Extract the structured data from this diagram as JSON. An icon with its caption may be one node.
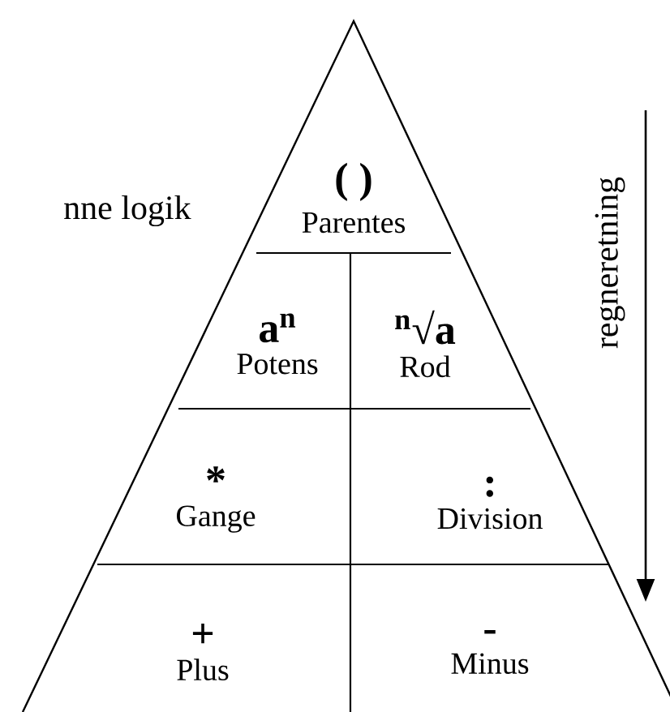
{
  "diagram": {
    "nodes": [
      {
        "text": [
          "( )",
          "Parentes"
        ]
      },
      {
        "text": [
          "a$^{n}$",
          "Potens"
        ]
      },
      {
        "text": [
          "$^{n}$√a",
          "Rod"
        ]
      },
      {
        "text": [
          "*",
          "Gange"
        ]
      },
      {
        "text": [
          ":",
          "Division"
        ]
      },
      {
        "text": [
          "+",
          "Plus"
        ]
      },
      {
        "text": [
          "-",
          "Minus"
        ]
      }
    ],
    "labels": [
      "nne logik",
      "regneretning"
    ]
  }
}
